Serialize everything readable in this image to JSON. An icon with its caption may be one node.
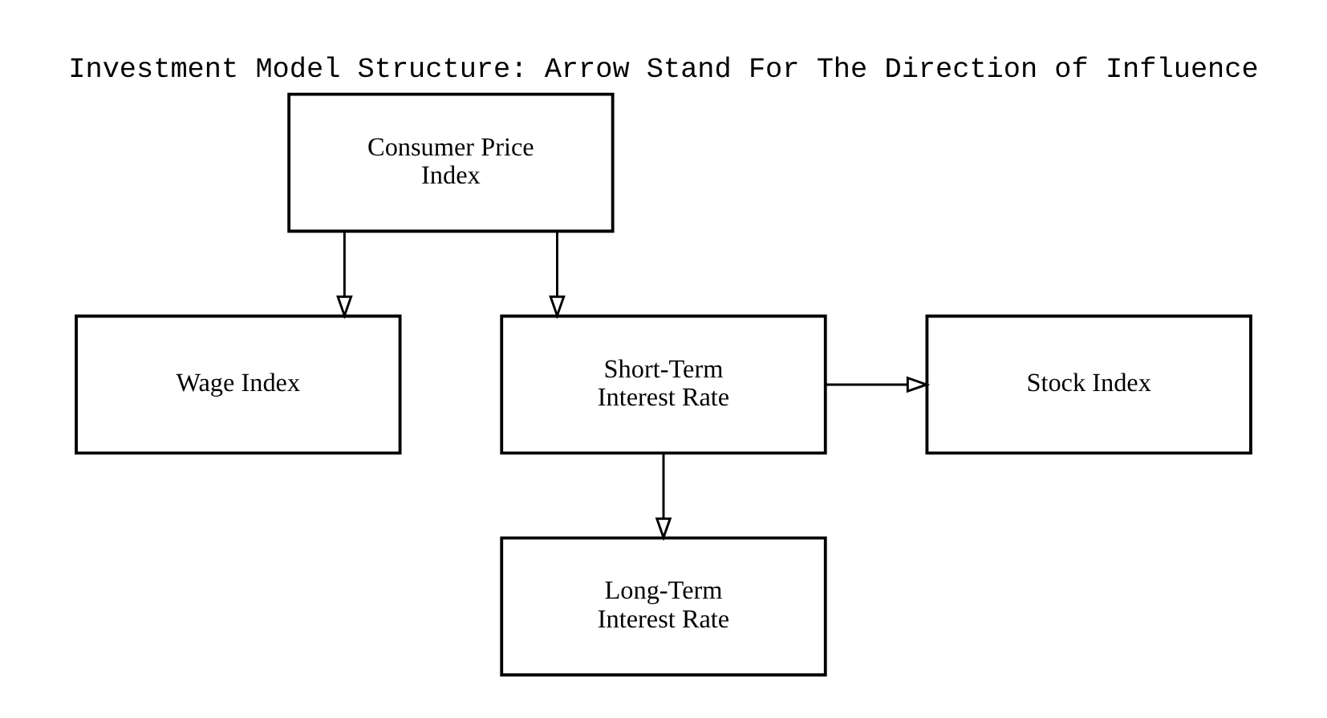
{
  "diagram": {
    "title": "Investment Model Structure: Arrow Stand For The Direction of Influence",
    "nodes": [
      {
        "text": [
          "Consumer Price Index"
        ]
      },
      {
        "text": [
          "Wage Index"
        ]
      },
      {
        "text": [
          "Short-Term Interest Rate"
        ]
      },
      {
        "text": [
          "Stock Index"
        ]
      },
      {
        "text": [
          "Long-Term Interest Rate"
        ]
      }
    ],
    "edges": [
      {
        "from": 0,
        "to": 1,
        "arrow": "to"
      },
      {
        "from": 0,
        "to": 2,
        "arrow": "to"
      },
      {
        "from": 2,
        "to": 3,
        "arrow": "to"
      },
      {
        "from": 2,
        "to": 4,
        "arrow": "to"
      }
    ]
  }
}
